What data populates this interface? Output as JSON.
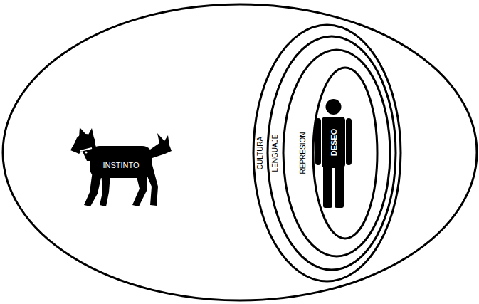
{
  "diagram": {
    "nodes": [
      {
        "text": [
          "CULTURA"
        ]
      },
      {
        "text": [
          "LENGUAJE"
        ],
        "in": 0
      },
      {
        "text": [
          "REPRESION"
        ],
        "in": 1
      },
      {
        "text": [
          "DESEO"
        ],
        "in": 2
      }
    ],
    "labels": [
      "INSTINTO"
    ]
  }
}
